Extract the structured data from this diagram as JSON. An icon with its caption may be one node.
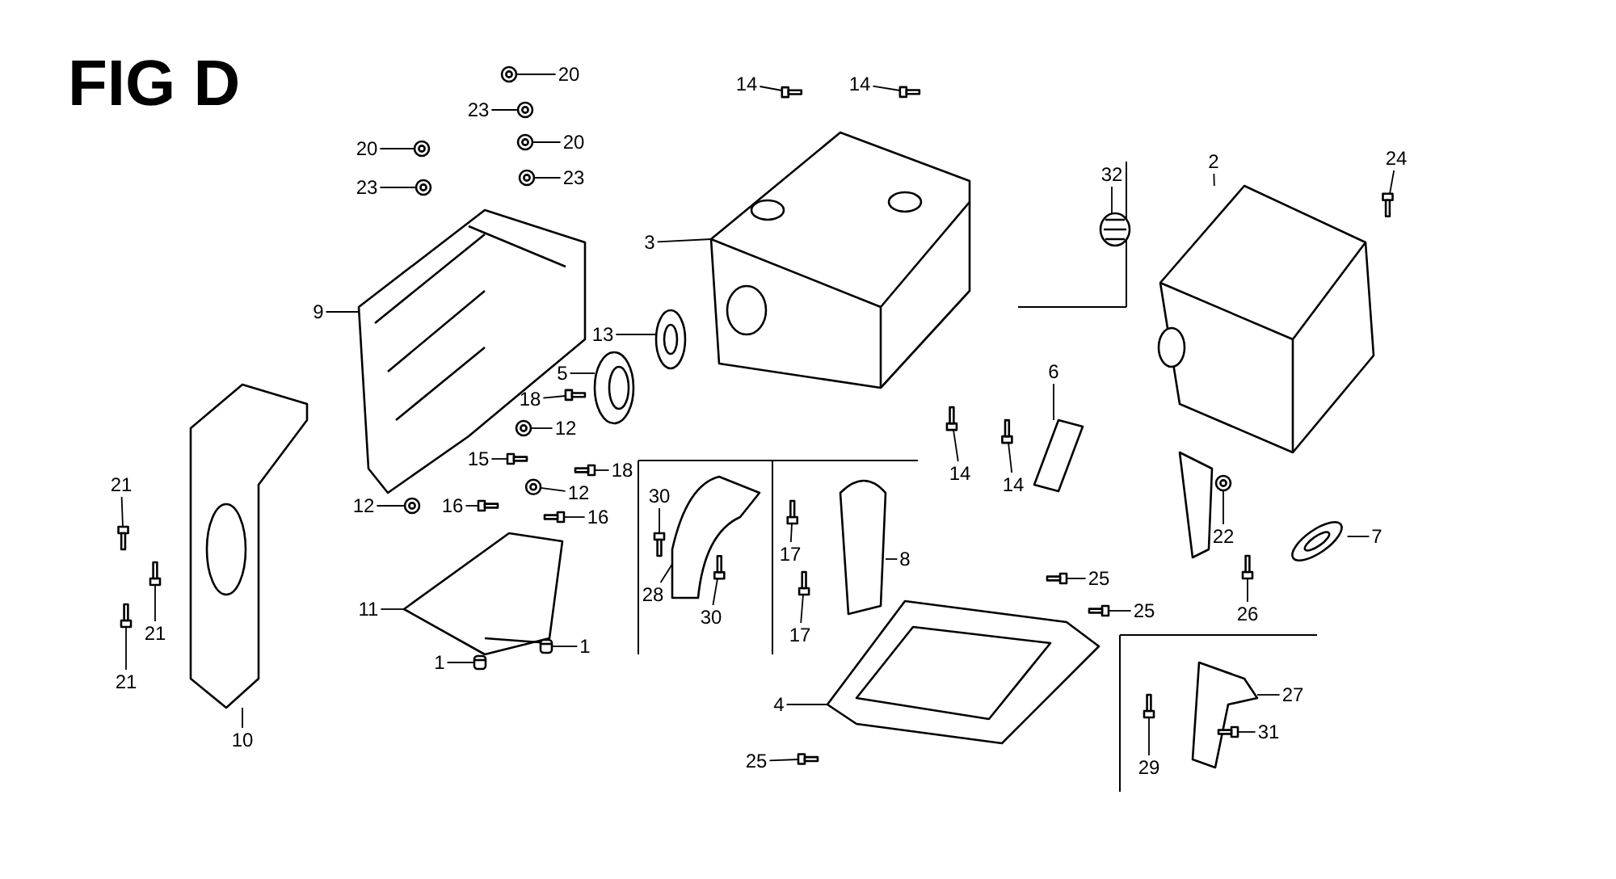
{
  "diagram": {
    "title": "FIG D",
    "nodes": [
      {
        "text": [
          "20"
        ]
      },
      {
        "text": [
          "14"
        ]
      },
      {
        "text": [
          "14"
        ]
      },
      {
        "text": [
          "23"
        ]
      },
      {
        "text": [
          "20"
        ]
      },
      {
        "text": [
          "20"
        ]
      },
      {
        "text": [
          "24"
        ]
      },
      {
        "text": [
          "32"
        ]
      },
      {
        "text": [
          "2"
        ]
      },
      {
        "text": [
          "23"
        ]
      },
      {
        "text": [
          "23"
        ]
      },
      {
        "text": [
          "3"
        ]
      },
      {
        "text": [
          "9"
        ]
      },
      {
        "text": [
          "13"
        ]
      },
      {
        "text": [
          "6"
        ]
      },
      {
        "text": [
          "5"
        ]
      },
      {
        "text": [
          "18"
        ]
      },
      {
        "text": [
          "12"
        ]
      },
      {
        "text": [
          "15"
        ]
      },
      {
        "text": [
          "18"
        ]
      },
      {
        "text": [
          "14"
        ]
      },
      {
        "text": [
          "14"
        ]
      },
      {
        "text": [
          "21"
        ]
      },
      {
        "text": [
          "12"
        ]
      },
      {
        "text": [
          "30"
        ]
      },
      {
        "text": [
          "12"
        ]
      },
      {
        "text": [
          "16"
        ]
      },
      {
        "text": [
          "16"
        ]
      },
      {
        "text": [
          "22"
        ]
      },
      {
        "text": [
          "7"
        ]
      },
      {
        "text": [
          "17"
        ]
      },
      {
        "text": [
          "8"
        ]
      },
      {
        "text": [
          "28"
        ]
      },
      {
        "text": [
          "25"
        ]
      },
      {
        "text": [
          "11"
        ]
      },
      {
        "text": [
          "25"
        ]
      },
      {
        "text": [
          "26"
        ]
      },
      {
        "text": [
          "30"
        ]
      },
      {
        "text": [
          "21"
        ]
      },
      {
        "text": [
          "17"
        ]
      },
      {
        "text": [
          "1"
        ]
      },
      {
        "text": [
          "1"
        ]
      },
      {
        "text": [
          "21"
        ]
      },
      {
        "text": [
          "27"
        ]
      },
      {
        "text": [
          "10"
        ]
      },
      {
        "text": [
          "4"
        ]
      },
      {
        "text": [
          "31"
        ]
      },
      {
        "text": [
          "25"
        ]
      },
      {
        "text": [
          "29"
        ]
      },
      {
        "text": [],
        "shape": "picture"
      },
      {
        "text": [],
        "shape": "picture"
      },
      {
        "text": [],
        "shape": "picture"
      },
      {
        "text": [],
        "shape": "picture"
      },
      {
        "text": [],
        "shape": "picture"
      },
      {
        "text": [],
        "shape": "picture"
      },
      {
        "text": [],
        "shape": "picture"
      },
      {
        "text": [],
        "shape": "picture"
      },
      {
        "text": [],
        "shape": "picture"
      },
      {
        "text": [],
        "shape": "picture"
      },
      {
        "text": [],
        "shape": "picture"
      },
      {
        "text": [],
        "shape": "picture"
      },
      {
        "text": [],
        "shape": "picture"
      },
      {
        "text": [],
        "shape": "picture"
      },
      {
        "text": [],
        "shape": "picture"
      },
      {
        "text": [],
        "shape": "picture"
      },
      {
        "text": [],
        "shape": "picture"
      },
      {
        "text": [],
        "shape": "picture"
      },
      {
        "text": [],
        "shape": "picture"
      },
      {
        "text": [],
        "shape": "picture"
      },
      {
        "text": [],
        "shape": "picture"
      },
      {
        "text": [],
        "shape": "picture"
      },
      {
        "text": [],
        "shape": "picture"
      },
      {
        "text": [],
        "shape": "picture"
      },
      {
        "text": [],
        "shape": "picture"
      },
      {
        "text": [],
        "shape": "picture"
      },
      {
        "text": [],
        "shape": "picture"
      },
      {
        "text": [],
        "shape": "picture"
      },
      {
        "text": [],
        "shape": "picture"
      },
      {
        "text": [],
        "shape": "picture"
      },
      {
        "text": [],
        "shape": "picture"
      },
      {
        "text": [],
        "shape": "picture"
      },
      {
        "text": [],
        "shape": "picture"
      },
      {
        "text": [],
        "shape": "picture"
      },
      {
        "text": [],
        "shape": "picture"
      },
      {
        "text": [],
        "shape": "picture"
      },
      {
        "text": [],
        "shape": "picture"
      },
      {
        "text": [],
        "shape": "picture"
      },
      {
        "text": [],
        "shape": "picture"
      },
      {
        "text": [],
        "shape": "picture"
      },
      {
        "text": [],
        "shape": "picture"
      },
      {
        "text": [],
        "shape": "picture"
      },
      {
        "text": [],
        "shape": "picture"
      },
      {
        "text": [],
        "shape": "picture"
      },
      {
        "text": [],
        "shape": "picture"
      },
      {
        "text": [],
        "shape": "picture"
      },
      {
        "text": [],
        "shape": "picture"
      },
      {
        "text": [],
        "shape": "picture"
      },
      {
        "text": [],
        "shape": "picture"
      }
    ],
    "edges": [
      {
        "from": 0,
        "to": 49,
        "arrow": "none"
      },
      {
        "from": 1,
        "to": 50,
        "arrow": "none"
      },
      {
        "from": 2,
        "to": 51,
        "arrow": "none"
      },
      {
        "from": 3,
        "to": 52,
        "arrow": "none"
      },
      {
        "from": 4,
        "to": 53,
        "arrow": "none"
      },
      {
        "from": 5,
        "to": 54,
        "arrow": "none"
      },
      {
        "from": 6,
        "to": 55,
        "arrow": "none"
      },
      {
        "from": 7,
        "to": 56,
        "arrow": "none"
      },
      {
        "from": 8,
        "to": 57,
        "arrow": "none"
      },
      {
        "from": 9,
        "to": 58,
        "arrow": "none"
      },
      {
        "from": 10,
        "to": 59,
        "arrow": "none"
      },
      {
        "from": 11,
        "to": 60,
        "arrow": "none"
      },
      {
        "from": 12,
        "to": 61,
        "arrow": "none"
      },
      {
        "from": 13,
        "to": 62,
        "arrow": "none"
      },
      {
        "from": 14,
        "to": 63,
        "arrow": "none"
      },
      {
        "from": 15,
        "to": 64,
        "arrow": "none"
      },
      {
        "from": 16,
        "to": 65,
        "arrow": "none"
      },
      {
        "from": 17,
        "to": 66,
        "arrow": "none"
      },
      {
        "from": 18,
        "to": 67,
        "arrow": "none"
      },
      {
        "from": 19,
        "to": 68,
        "arrow": "none"
      },
      {
        "from": 20,
        "to": 69,
        "arrow": "none"
      },
      {
        "from": 21,
        "to": 70,
        "arrow": "none"
      },
      {
        "from": 22,
        "to": 71,
        "arrow": "none"
      },
      {
        "from": 23,
        "to": 72,
        "arrow": "none"
      },
      {
        "from": 24,
        "to": 73,
        "arrow": "none"
      },
      {
        "from": 25,
        "to": 74,
        "arrow": "none"
      },
      {
        "from": 26,
        "to": 75,
        "arrow": "none"
      },
      {
        "from": 27,
        "to": 76,
        "arrow": "none"
      },
      {
        "from": 28,
        "to": 77,
        "arrow": "none"
      },
      {
        "from": 29,
        "to": 78,
        "arrow": "none"
      },
      {
        "from": 30,
        "to": 79,
        "arrow": "none"
      },
      {
        "from": 31,
        "to": 80,
        "arrow": "none"
      },
      {
        "from": 32,
        "to": 81,
        "arrow": "none"
      },
      {
        "from": 33,
        "to": 82,
        "arrow": "none"
      },
      {
        "from": 34,
        "to": 83,
        "arrow": "none"
      },
      {
        "from": 35,
        "to": 84,
        "arrow": "none"
      },
      {
        "from": 36,
        "to": 85,
        "arrow": "none"
      },
      {
        "from": 37,
        "to": 86,
        "arrow": "none"
      },
      {
        "from": 38,
        "to": 87,
        "arrow": "none"
      },
      {
        "from": 39,
        "to": 88,
        "arrow": "none"
      },
      {
        "from": 40,
        "to": 89,
        "arrow": "none"
      },
      {
        "from": 41,
        "to": 90,
        "arrow": "none"
      },
      {
        "from": 42,
        "to": 91,
        "arrow": "none"
      },
      {
        "from": 43,
        "to": 92,
        "arrow": "none"
      },
      {
        "from": 44,
        "to": 93,
        "arrow": "none"
      },
      {
        "from": 45,
        "to": 94,
        "arrow": "none"
      },
      {
        "from": 46,
        "to": 95,
        "arrow": "none"
      },
      {
        "from": 47,
        "to": 96,
        "arrow": "none"
      },
      {
        "from": 48,
        "to": 97,
        "arrow": "none"
      }
    ]
  }
}
